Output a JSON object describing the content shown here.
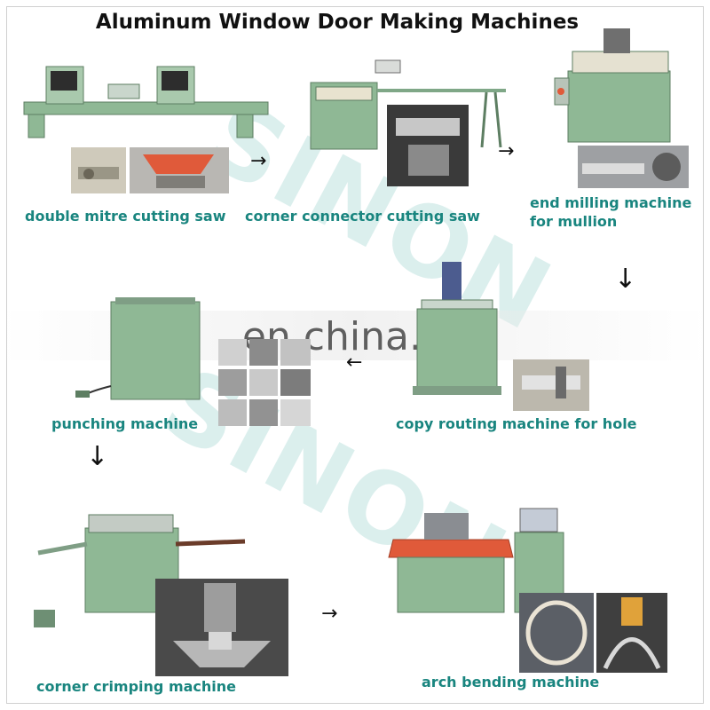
{
  "title": "Aluminum Window Door Making Machines",
  "watermarks": {
    "brand": "SINON",
    "site": "en.china.cn"
  },
  "steps": [
    {
      "label": "double mitre cutting saw"
    },
    {
      "label": "corner connector cutting saw"
    },
    {
      "label": "end milling machine for mullion"
    },
    {
      "label": "copy routing machine for hole"
    },
    {
      "label": "punching machine"
    },
    {
      "label": "corner crimping machine"
    },
    {
      "label": "arch bending machine"
    }
  ],
  "colors": {
    "machine": "#8fb895",
    "label": "#19857f",
    "accent": "#e05a3a"
  }
}
